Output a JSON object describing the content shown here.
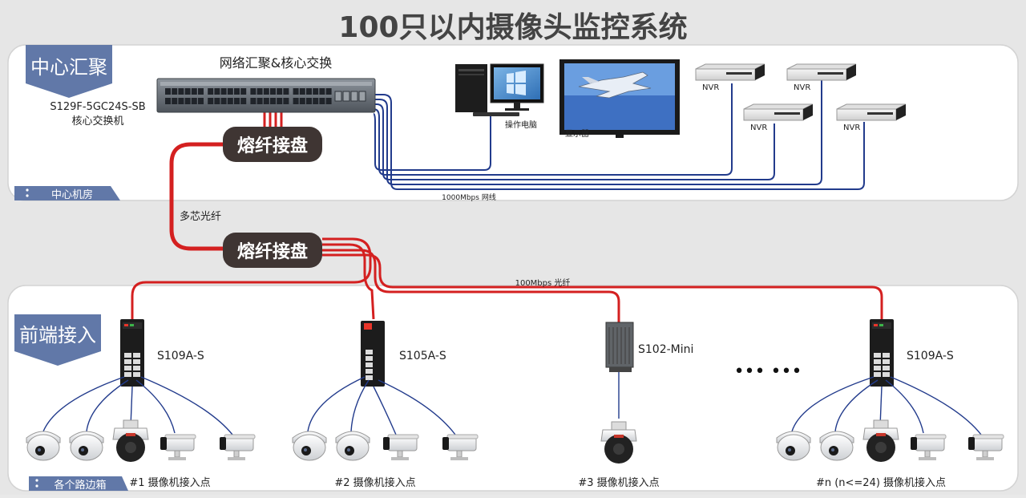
{
  "title": "100只以内摄像头监控系统",
  "sections": {
    "center_badge": "中心汇聚",
    "center_room": "中心机房",
    "front_badge": "前端接入",
    "roadside": "各个路边箱"
  },
  "core": {
    "heading": "网络汇聚&核心交换",
    "model": "S129F-5GC24S-SB",
    "desc": "核心交换机"
  },
  "fusion_top": "熔纤接盘",
  "fusion_bottom": "熔纤接盘",
  "cable_labels": {
    "multicore": "多芯光纤",
    "lan": "1000Mbps 网线",
    "fiber": "100Mbps 光纤"
  },
  "center_devices": {
    "pc": "操作电脑",
    "monitor": "显示器",
    "nvr": [
      "NVR",
      "NVR",
      "NVR",
      "NVR"
    ]
  },
  "ellipsis": "••• •••",
  "access_points": [
    {
      "switch": "S109A-S",
      "label": "#1 摄像机接入点"
    },
    {
      "switch": "S105A-S",
      "label": "#2 摄像机接入点"
    },
    {
      "switch": "S102-Mini",
      "label": "#3 摄像机接入点"
    },
    {
      "switch": "S109A-S",
      "label": "#n (n<=24) 摄像机接入点"
    }
  ],
  "colors": {
    "fiber": "#d42020",
    "lan": "#223b8c",
    "badge": "#6178a8",
    "fusion_box": "#3f3533",
    "title": "#444444"
  }
}
